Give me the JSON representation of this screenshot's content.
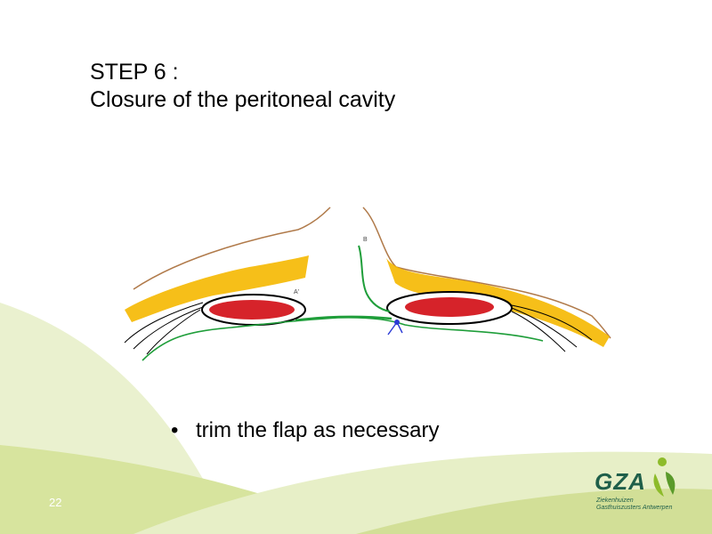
{
  "slide": {
    "title_line1": "STEP 6 :",
    "title_line2": "Closure of the peritoneal cavity",
    "bullet": "trim the flap as necessary",
    "page_number": "22"
  },
  "diagram": {
    "label_b": "B",
    "label_a": "A'"
  },
  "logo": {
    "name": "GZA",
    "line1": "Ziekenhuizen",
    "line2": "Gasthuiszusters Antwerpen"
  },
  "colors": {
    "skin": "#b07a4a",
    "fat": "#f5b800",
    "muscle": "#d6232a",
    "suture_green": "#1f9e3a",
    "suture_blue": "#2a3ad6",
    "background_green_light": "#e4edc2",
    "background_green_mid": "#cfdd8e",
    "logo_dark": "#1f5f4a"
  }
}
